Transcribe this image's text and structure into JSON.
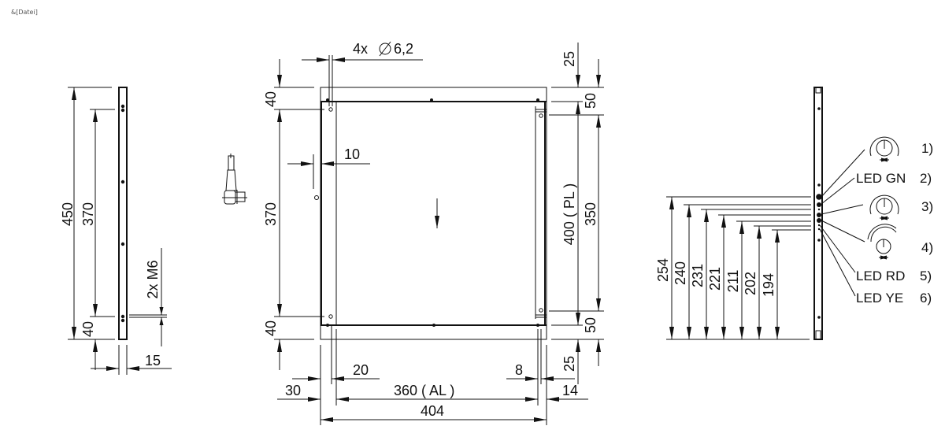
{
  "header": {
    "file_placeholder": "&[Datei]"
  },
  "side_view": {
    "dims": {
      "total_height": "450",
      "hole_spacing": "370",
      "bottom_offset": "40",
      "thread": "2x M6",
      "depth": "15"
    }
  },
  "front_view": {
    "dims": {
      "holes": "4x",
      "hole_diameter": "6,2",
      "top_offset": "40",
      "vertical_spacing": "370",
      "bottom_offset": "40",
      "frame_width": "10",
      "left_margin": "30",
      "left_inner": "20",
      "active_length": "360 ( AL )",
      "total_width": "404",
      "right_inner": "8",
      "right_margin": "14",
      "top_margin": "25",
      "top_frame": "50",
      "active_height": "400 ( PL )",
      "inner_height": "350",
      "bottom_frame": "50",
      "bottom_margin": "25"
    },
    "direction_arrow": "down-arrow-icon"
  },
  "connector": {
    "icon": "connector-plug-icon"
  },
  "control_view": {
    "dims": [
      "254",
      "240",
      "231",
      "221",
      "211",
      "202",
      "194"
    ],
    "callouts": [
      {
        "label": "",
        "num": "1)",
        "icon": "potentiometer-icon"
      },
      {
        "label": "LED GN",
        "num": "2)"
      },
      {
        "label": "",
        "num": "3)",
        "icon": "potentiometer-icon"
      },
      {
        "label": "",
        "num": "4)",
        "icon": "rotary-switch-icon"
      },
      {
        "label": "LED RD",
        "num": "5)"
      },
      {
        "label": "LED YE",
        "num": "6)"
      }
    ]
  }
}
